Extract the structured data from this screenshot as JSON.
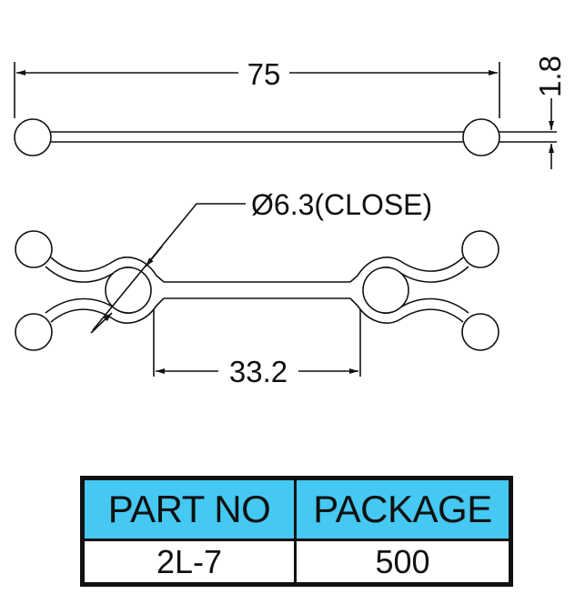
{
  "drawing": {
    "dimensions": {
      "overall_length": "75",
      "wire_thickness": "1.8",
      "loop_diameter": "Ø6.3(CLOSE)",
      "loop_spacing": "33.2"
    }
  },
  "spec_table": {
    "headers": {
      "part_no": "PART NO",
      "package": "PACKAGE"
    },
    "row": {
      "part_no": "2L-7",
      "package": "500"
    },
    "header_color": "#45c8f2"
  }
}
